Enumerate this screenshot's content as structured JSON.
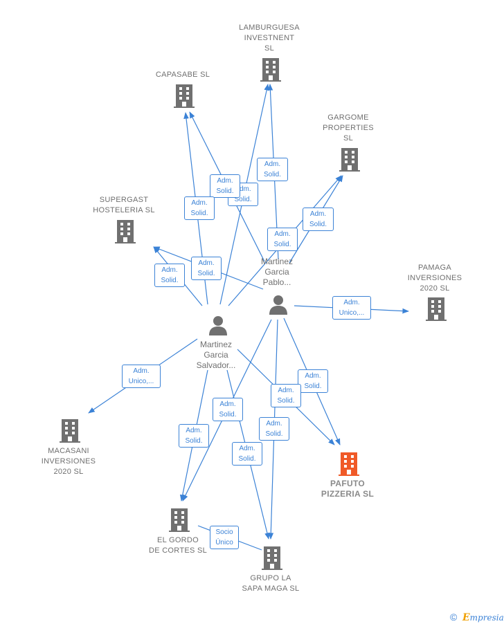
{
  "nodes": {
    "lamburguesa": "LAMBURGUESA\nINVESTNENT\nSL",
    "capasabe": "CAPASABE  SL",
    "gargome": "GARGOME\nPROPERTIES\nSL",
    "supergast": "SUPERGAST\nHOSTELERIA SL",
    "pamaga": "PAMAGA\nINVERSIONES\n2020  SL",
    "macasani": "MACASANI\nINVERSIONES\n2020  SL",
    "pafuto": "PAFUTO\nPIZZERIA  SL",
    "elgordo": "EL GORDO\nDE CORTES  SL",
    "grupolasapa": "GRUPO LA\nSAPA MAGA  SL"
  },
  "persons": {
    "pablo": "Martinez\nGarcia\nPablo...",
    "salvador": "Martinez\nGarcia\nSalvador..."
  },
  "edge_labels": {
    "e1": "Adm.\nSolid.",
    "e2": "Adm.\nSolid.",
    "e3": "Adm.\nSolid.",
    "e4": "Adm.\nSolid.",
    "e5": "Adm.\nSolid.",
    "e6": "Adm.\nSolid.",
    "e7": "Adm.\nSolid.",
    "e8": "Adm.\nSolid.",
    "e9": "Adm.\nUnico,...",
    "e10": "Adm.\nUnico,...",
    "e11": "Adm.\nSolid.",
    "e12": "Adm.\nSolid.",
    "e13": "Adm.\nSolid.",
    "e14": "Adm.\nSolid.",
    "e15": "Adm.\nSolid.",
    "e16": "Adm.\nSolid.",
    "e17": "Socio\nÚnico"
  },
  "footer": {
    "copyright": "©",
    "brand_first": "E",
    "brand_rest": "mpresia"
  },
  "colors": {
    "edge": "#3b82d6",
    "building": "#707070",
    "highlight": "#f05a28"
  },
  "icons": {
    "company": "building-icon",
    "person": "person-icon"
  }
}
